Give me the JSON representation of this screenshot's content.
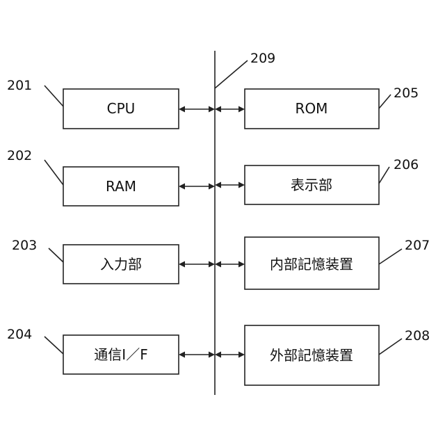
{
  "bus": {
    "ref": "209"
  },
  "left_blocks": [
    {
      "label": "CPU",
      "ref": "201"
    },
    {
      "label": "RAM",
      "ref": "202"
    },
    {
      "label": "入力部",
      "ref": "203"
    },
    {
      "label": "通信I／F",
      "ref": "204"
    }
  ],
  "right_blocks": [
    {
      "label": "ROM",
      "ref": "205"
    },
    {
      "label": "表示部",
      "ref": "206"
    },
    {
      "label": "内部記憶装置",
      "ref": "207"
    },
    {
      "label": "外部記憶装置",
      "ref": "208"
    }
  ]
}
